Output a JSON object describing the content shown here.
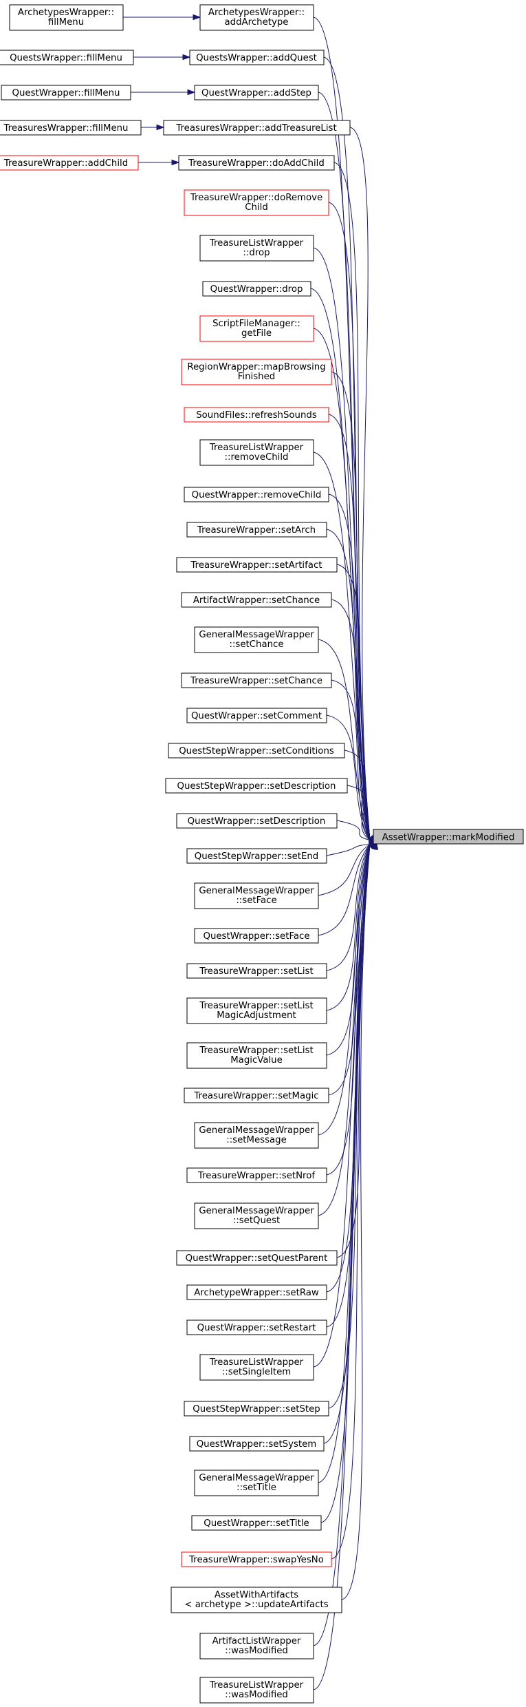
{
  "target": {
    "label": "AssetWrapper::markModified"
  },
  "callers": [
    {
      "lines": [
        "ArchetypesWrapper::",
        "addArchetype"
      ],
      "border": "black",
      "caller": {
        "lines": [
          "ArchetypesWrapper::",
          "fillMenu"
        ],
        "border": "black"
      }
    },
    {
      "lines": [
        "QuestsWrapper::addQuest"
      ],
      "border": "black",
      "caller": {
        "lines": [
          "QuestsWrapper::fillMenu"
        ],
        "border": "black"
      }
    },
    {
      "lines": [
        "QuestWrapper::addStep"
      ],
      "border": "black",
      "caller": {
        "lines": [
          "QuestWrapper::fillMenu"
        ],
        "border": "black"
      }
    },
    {
      "lines": [
        "TreasuresWrapper::addTreasureList"
      ],
      "border": "black",
      "caller": {
        "lines": [
          "TreasuresWrapper::fillMenu"
        ],
        "border": "black"
      }
    },
    {
      "lines": [
        "TreasureWrapper::doAddChild"
      ],
      "border": "black",
      "caller": {
        "lines": [
          "TreasureWrapper::addChild"
        ],
        "border": "red"
      }
    },
    {
      "lines": [
        "TreasureWrapper::doRemove",
        "Child"
      ],
      "border": "red"
    },
    {
      "lines": [
        "TreasureListWrapper",
        "::drop"
      ],
      "border": "black"
    },
    {
      "lines": [
        "QuestWrapper::drop"
      ],
      "border": "black"
    },
    {
      "lines": [
        "ScriptFileManager::",
        "getFile"
      ],
      "border": "red"
    },
    {
      "lines": [
        "RegionWrapper::mapBrowsing",
        "Finished"
      ],
      "border": "red"
    },
    {
      "lines": [
        "SoundFiles::refreshSounds"
      ],
      "border": "red"
    },
    {
      "lines": [
        "TreasureListWrapper",
        "::removeChild"
      ],
      "border": "black"
    },
    {
      "lines": [
        "QuestWrapper::removeChild"
      ],
      "border": "black"
    },
    {
      "lines": [
        "TreasureWrapper::setArch"
      ],
      "border": "black"
    },
    {
      "lines": [
        "TreasureWrapper::setArtifact"
      ],
      "border": "black"
    },
    {
      "lines": [
        "ArtifactWrapper::setChance"
      ],
      "border": "black"
    },
    {
      "lines": [
        "GeneralMessageWrapper",
        "::setChance"
      ],
      "border": "black"
    },
    {
      "lines": [
        "TreasureWrapper::setChance"
      ],
      "border": "black"
    },
    {
      "lines": [
        "QuestWrapper::setComment"
      ],
      "border": "black"
    },
    {
      "lines": [
        "QuestStepWrapper::setConditions"
      ],
      "border": "black"
    },
    {
      "lines": [
        "QuestStepWrapper::setDescription"
      ],
      "border": "black"
    },
    {
      "lines": [
        "QuestWrapper::setDescription"
      ],
      "border": "black"
    },
    {
      "lines": [
        "QuestStepWrapper::setEnd"
      ],
      "border": "black"
    },
    {
      "lines": [
        "GeneralMessageWrapper",
        "::setFace"
      ],
      "border": "black"
    },
    {
      "lines": [
        "QuestWrapper::setFace"
      ],
      "border": "black"
    },
    {
      "lines": [
        "TreasureWrapper::setList"
      ],
      "border": "black"
    },
    {
      "lines": [
        "TreasureWrapper::setList",
        "MagicAdjustment"
      ],
      "border": "black"
    },
    {
      "lines": [
        "TreasureWrapper::setList",
        "MagicValue"
      ],
      "border": "black"
    },
    {
      "lines": [
        "TreasureWrapper::setMagic"
      ],
      "border": "black"
    },
    {
      "lines": [
        "GeneralMessageWrapper",
        "::setMessage"
      ],
      "border": "black"
    },
    {
      "lines": [
        "TreasureWrapper::setNrof"
      ],
      "border": "black"
    },
    {
      "lines": [
        "GeneralMessageWrapper",
        "::setQuest"
      ],
      "border": "black"
    },
    {
      "lines": [
        "QuestWrapper::setQuestParent"
      ],
      "border": "black"
    },
    {
      "lines": [
        "ArchetypeWrapper::setRaw"
      ],
      "border": "black"
    },
    {
      "lines": [
        "QuestWrapper::setRestart"
      ],
      "border": "black"
    },
    {
      "lines": [
        "TreasureListWrapper",
        "::setSingleItem"
      ],
      "border": "black"
    },
    {
      "lines": [
        "QuestStepWrapper::setStep"
      ],
      "border": "black"
    },
    {
      "lines": [
        "QuestWrapper::setSystem"
      ],
      "border": "black"
    },
    {
      "lines": [
        "GeneralMessageWrapper",
        "::setTitle"
      ],
      "border": "black"
    },
    {
      "lines": [
        "QuestWrapper::setTitle"
      ],
      "border": "black"
    },
    {
      "lines": [
        "TreasureWrapper::swapYesNo"
      ],
      "border": "red"
    },
    {
      "lines": [
        "AssetWithArtifacts",
        "< archetype >::updateArtifacts"
      ],
      "border": "black"
    },
    {
      "lines": [
        "ArtifactListWrapper",
        "::wasModified"
      ],
      "border": "black"
    },
    {
      "lines": [
        "TreasureListWrapper",
        "::wasModified"
      ],
      "border": "black"
    }
  ]
}
